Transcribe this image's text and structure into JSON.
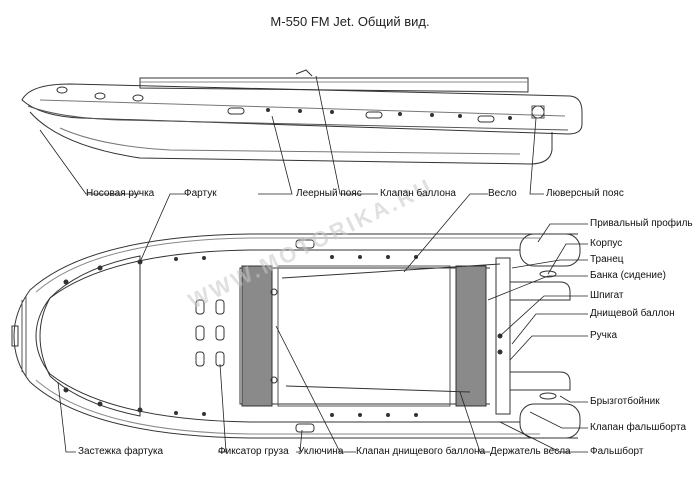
{
  "title": "М-550 FM Jet. Общий вид.",
  "watermark": "WWW.MOTORIKA.RU",
  "labels": {
    "nosovaya_ruchka": "Носовая ручка",
    "fartuk": "Фартук",
    "leerny_poyas": "Леерный пояс",
    "klapan_ballona": "Клапан баллона",
    "veslo": "Весло",
    "luversny_poyas": "Люверсный пояс",
    "privalny_profil": "Привальный профиль",
    "korpus": "Корпус",
    "tranets": "Транец",
    "banka": "Банка (сидение)",
    "shpigat": "Шпигат",
    "dnishchevoy_ballon": "Днищевой баллон",
    "ruchka": "Ручка",
    "bryzgootboynik": "Брызготбойник",
    "klapan_falshborta": "Клапан фальшборта",
    "falshbort": "Фальшборт",
    "zastezhka_fartuka": "Застежка фартука",
    "fiksator_gruza": "Фиксатор груза",
    "uklyuchina": "Уключина",
    "klapan_dnishchevogo_ballona": "Клапан днищевого баллона",
    "derzhatel_vesla": "Держатель весла"
  }
}
